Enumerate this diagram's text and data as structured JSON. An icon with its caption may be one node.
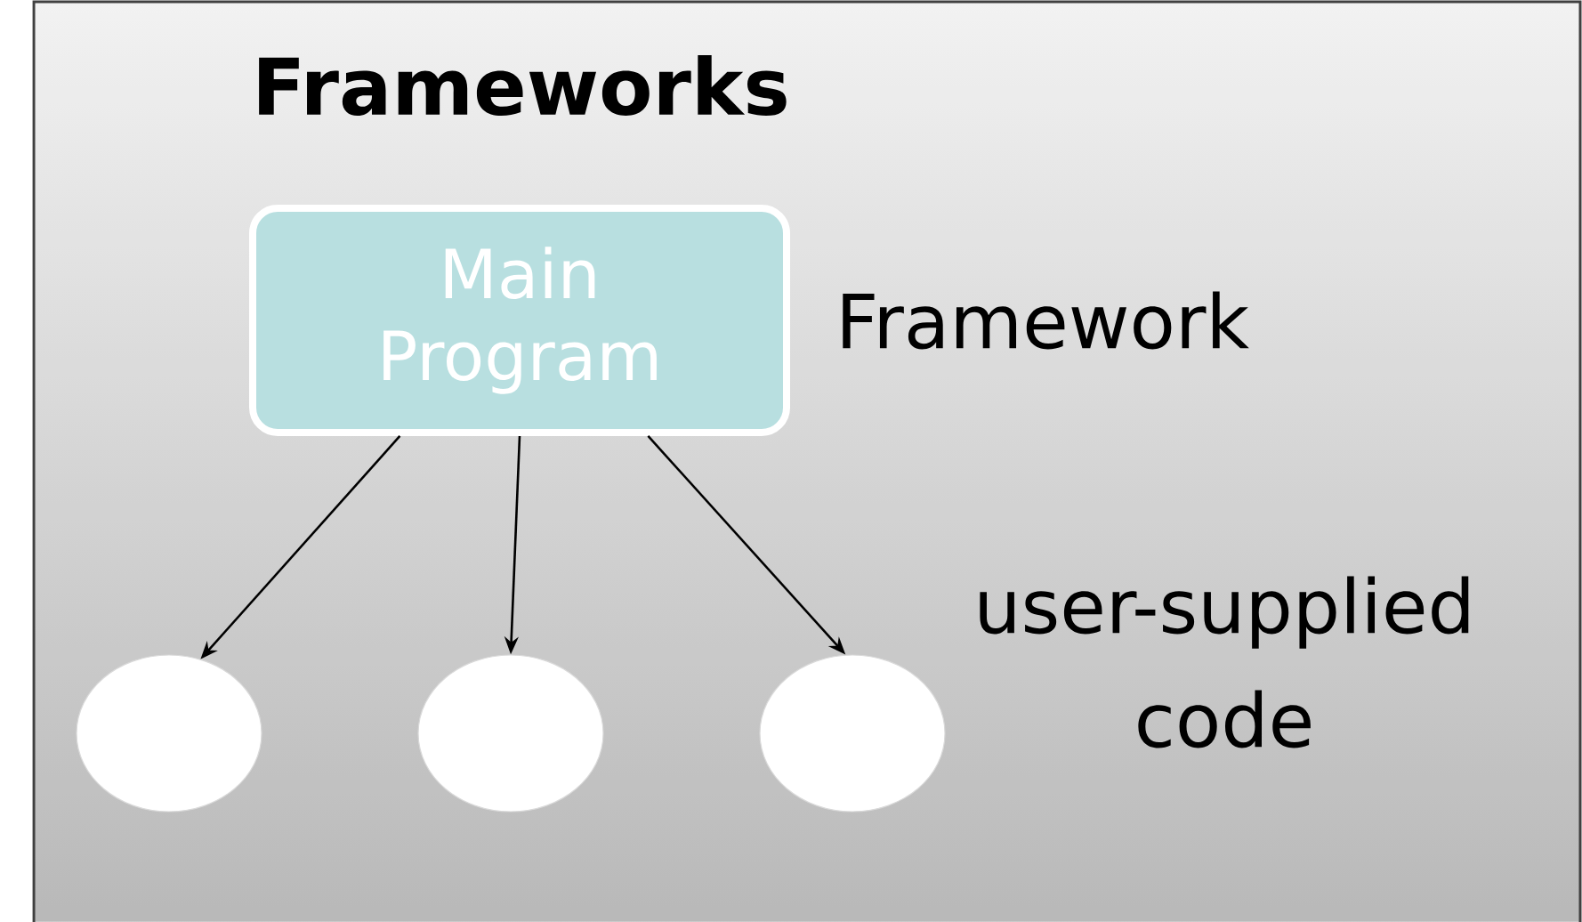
{
  "diagram": {
    "title": "Frameworks",
    "nodes": [
      {
        "text": [
          "Main Program"
        ],
        "beside": [
          "Framework"
        ]
      },
      {
        "text": [],
        "shape": "circle"
      },
      {
        "text": [],
        "shape": "circle"
      },
      {
        "text": [],
        "shape": "circle"
      }
    ],
    "edges": [
      {
        "from": 0,
        "to": 1,
        "arrow": "to"
      },
      {
        "from": 0,
        "to": 2,
        "arrow": "to"
      },
      {
        "from": 0,
        "to": 3,
        "arrow": "to"
      }
    ],
    "labels": [
      "user-supplied code"
    ]
  }
}
